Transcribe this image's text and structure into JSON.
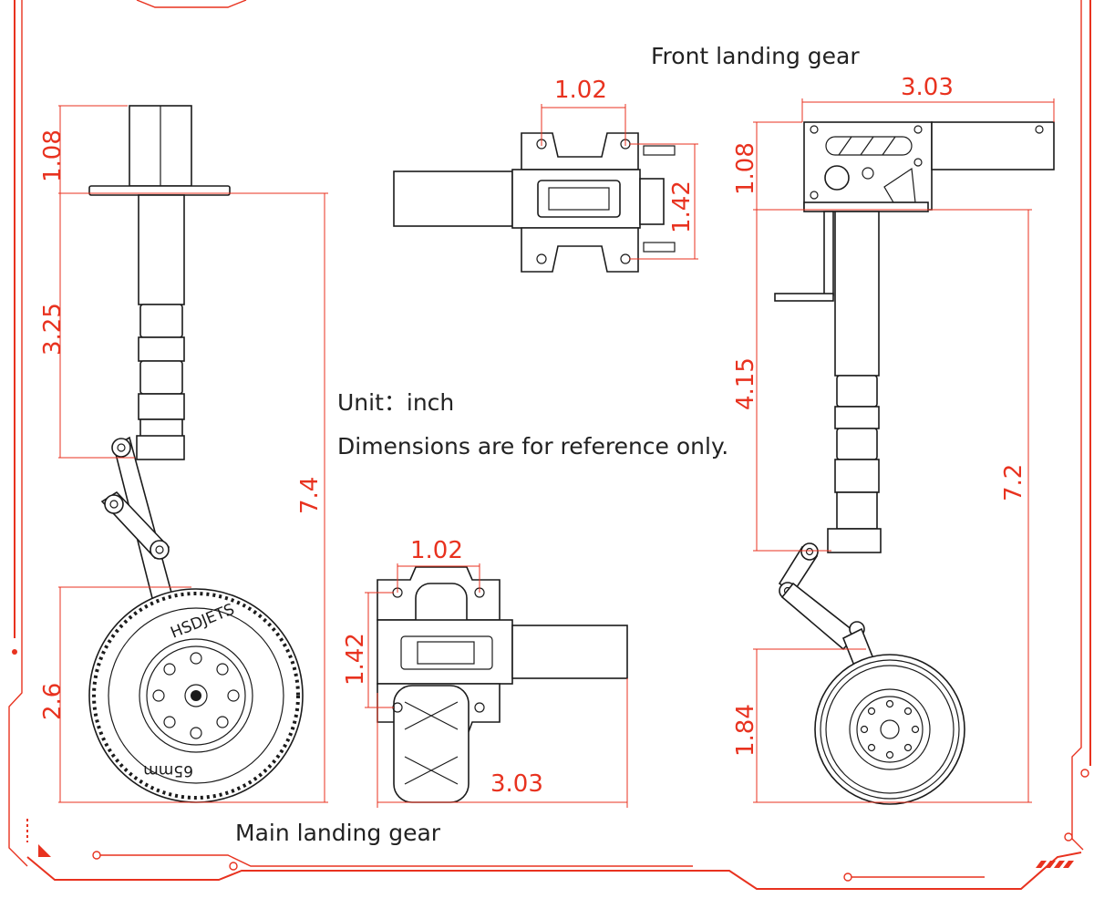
{
  "labels": {
    "front_title": "Front landing gear",
    "main_title": "Main landing gear",
    "unit_note": "Unit：inch",
    "reference_note": "Dimensions are for reference only.",
    "tire_brand": "HSDJETS",
    "tire_size": "65mm"
  },
  "dimensions": {
    "main_side": {
      "top_mount": "1.08",
      "upper_strut": "3.25",
      "overall": "7.4",
      "wheel": "2.6"
    },
    "main_bottom": {
      "hole_spacing": "1.02",
      "hole_height": "1.42",
      "length": "3.03"
    },
    "front_top": {
      "hole_spacing": "1.02",
      "hole_height": "1.42"
    },
    "front_side": {
      "width": "3.03",
      "top_mount": "1.08",
      "strut": "4.15",
      "overall": "7.2",
      "wheel": "1.84"
    }
  },
  "colors": {
    "accent": "#e8321f",
    "line": "#1b1b1b",
    "text": "#222222"
  }
}
